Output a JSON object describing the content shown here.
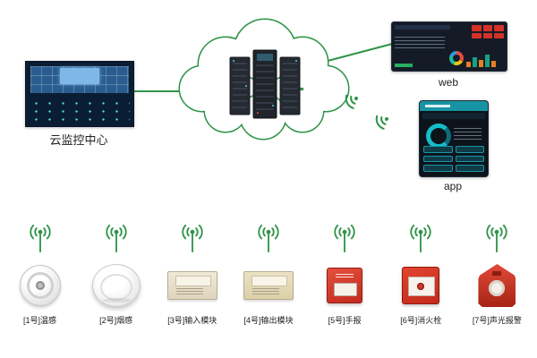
{
  "nodes": {
    "monitor_center": {
      "label": "云监控中心"
    },
    "web": {
      "label": "web"
    },
    "app": {
      "label": "app"
    }
  },
  "devices": [
    {
      "label": "[1号]温感"
    },
    {
      "label": "[2号]烟感"
    },
    {
      "label": "[3号]输入模块"
    },
    {
      "label": "[4号]输出模块"
    },
    {
      "label": "[5号]手报"
    },
    {
      "label": "[6号]消火栓"
    },
    {
      "label": "[7号]声光报警"
    }
  ],
  "colors": {
    "green": "#2e9447",
    "alarm_red": "#c32a1c"
  }
}
